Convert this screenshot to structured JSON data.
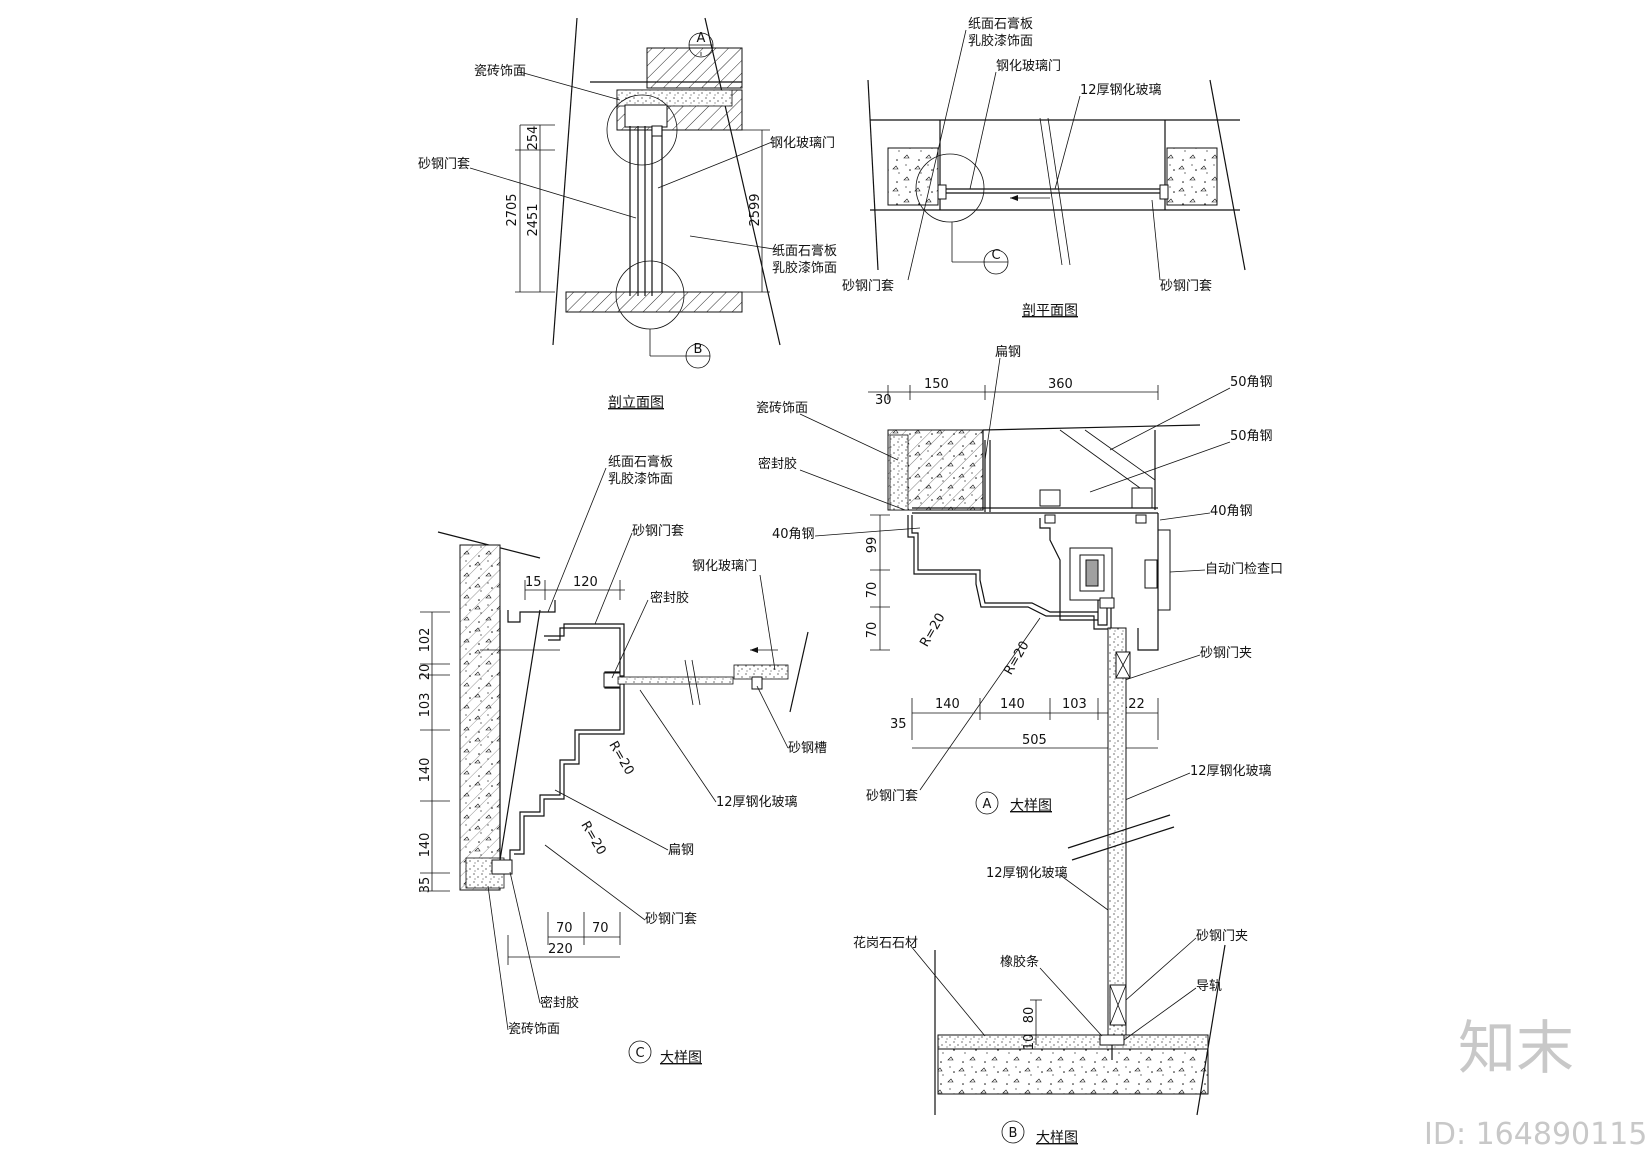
{
  "elevation_section": {
    "title": "剖立面图",
    "labels": {
      "tile_finish": "瓷砖饰面",
      "steel_frame": "砂钢门套",
      "glass_door": "钢化玻璃门",
      "gypsum_line1": "纸面石膏板",
      "gypsum_line2": "乳胶漆饰面"
    },
    "dims": [
      "254",
      "2451",
      "2705",
      "2599"
    ],
    "callouts": {
      "a": "A",
      "b": "B"
    }
  },
  "plan_section": {
    "title": "剖平面图",
    "labels": {
      "gypsum_line1": "纸面石膏板",
      "gypsum_line2": "乳胶漆饰面",
      "glass_door": "钢化玻璃门",
      "glass_12": "12厚钢化玻璃",
      "steel_frame_left": "砂钢门套",
      "steel_frame_right": "砂钢门套"
    },
    "callout": "C"
  },
  "detail_a": {
    "id": "A",
    "title": "大样图",
    "labels": {
      "flat_steel": "扁钢",
      "tile_finish": "瓷砖饰面",
      "seal": "密封胶",
      "angle_50a": "50角钢",
      "angle_50b": "50角钢",
      "angle_40l": "40角钢",
      "angle_40r": "40角钢",
      "door_operator": "自动门检查口",
      "door_clamp": "砂钢门夹",
      "steel_frame": "砂钢门套",
      "glass_12": "12厚钢化玻璃"
    },
    "dims": {
      "top": [
        "30",
        "150",
        "360"
      ],
      "left": [
        "99",
        "70",
        "70"
      ],
      "bottom": [
        "140",
        "140",
        "103",
        "122"
      ],
      "bottom2": [
        "35",
        "505"
      ],
      "radius1": "R=20",
      "radius2": "R=20"
    }
  },
  "detail_b": {
    "id": "B",
    "title": "大样图",
    "labels": {
      "glass_12": "12厚钢化玻璃",
      "granite": "花岗石石材",
      "rubber_strip": "橡胶条",
      "door_clamp": "砂钢门夹",
      "guide_rail": "导轨"
    },
    "dims": [
      "80",
      "10"
    ]
  },
  "detail_c": {
    "id": "C",
    "title": "大样图",
    "labels": {
      "gypsum_line1": "纸面石膏板",
      "gypsum_line2": "乳胶漆饰面",
      "steel_frame_top": "砂钢门套",
      "glass_door": "钢化玻璃门",
      "seal_top": "密封胶",
      "steel_slot": "砂钢槽",
      "glass_12": "12厚钢化玻璃",
      "flat_steel": "扁钢",
      "steel_frame_bottom": "砂钢门套",
      "seal_bottom": "密封胶",
      "tile_finish": "瓷砖饰面"
    },
    "dims": {
      "top": [
        "15",
        "120"
      ],
      "left": [
        "102",
        "20",
        "103",
        "140",
        "140",
        "35"
      ],
      "bottom": [
        "70",
        "70",
        "220"
      ],
      "radius1": "R=20",
      "radius2": "R=20"
    }
  },
  "watermark": {
    "brand": "知末",
    "id": "ID: 164890115"
  }
}
